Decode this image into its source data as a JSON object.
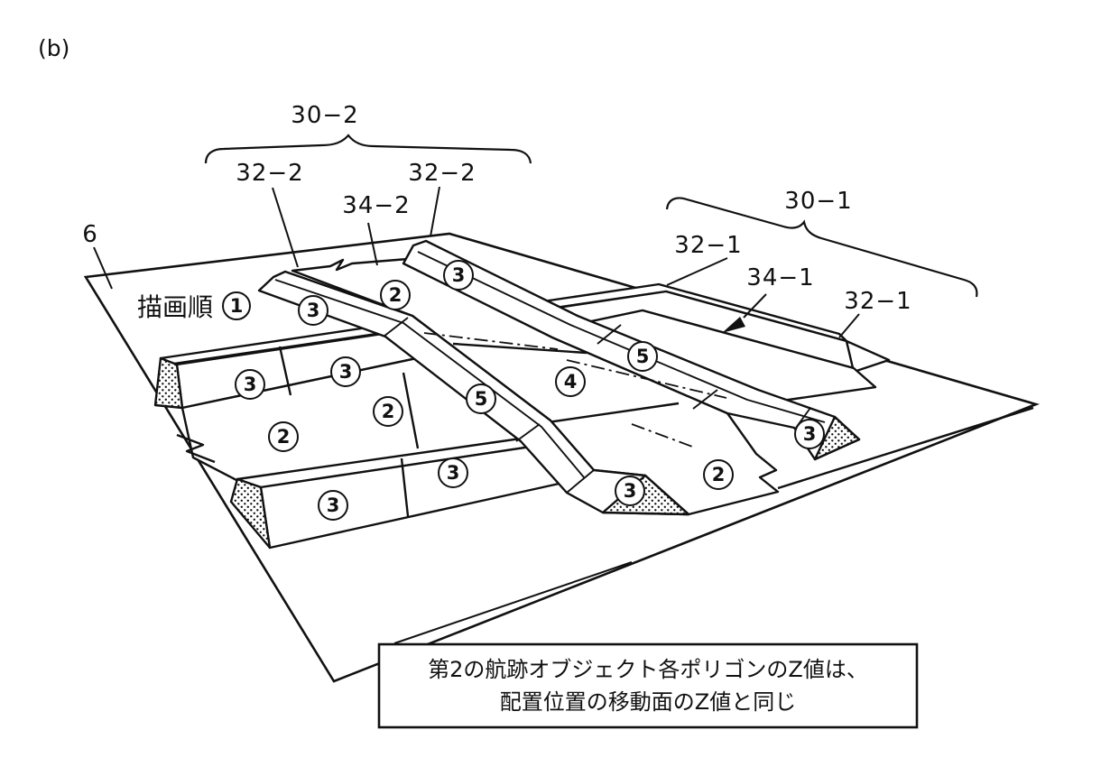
{
  "figure_label": "(b)",
  "labels": {
    "plane": "6",
    "draw_order_text": "描画順",
    "draw_order_num": "1",
    "wake2_group": "30−2",
    "wake2_ridge_left": "32−2",
    "wake2_center": "34−2",
    "wake2_ridge_right": "32−2",
    "wake1_group": "30−1",
    "wake1_ridge_left": "32−1",
    "wake1_center": "34−1",
    "wake1_ridge_right": "32−1"
  },
  "markers": [
    "3",
    "2",
    "3",
    "3",
    "3",
    "2",
    "2",
    "5",
    "4",
    "5",
    "3",
    "3",
    "3",
    "2",
    "3"
  ],
  "caption": {
    "line1": "第2の航跡オブジェクト各ポリゴンのZ値は、",
    "line2": "配置位置の移動面のZ値と同じ"
  },
  "colors": {
    "ink": "#111111",
    "background": "#ffffff"
  }
}
